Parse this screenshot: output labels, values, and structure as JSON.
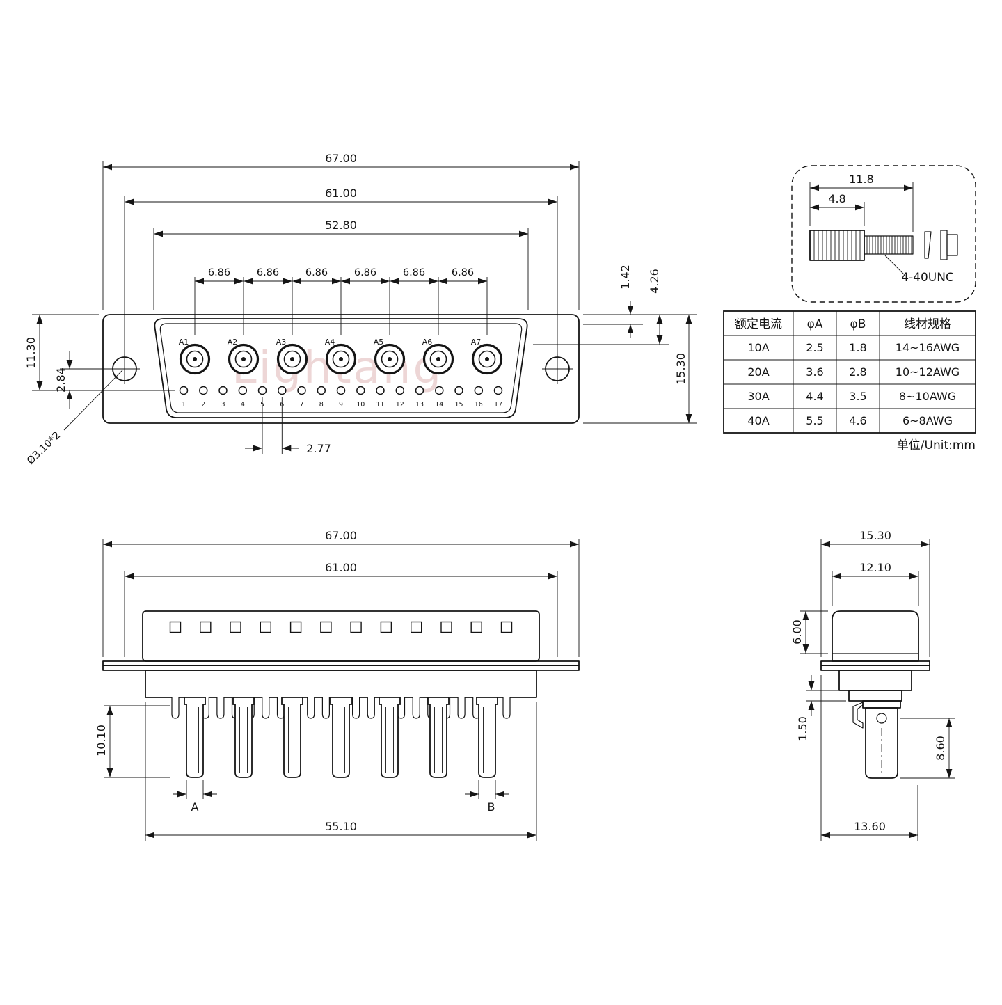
{
  "watermark": "Lightang",
  "front": {
    "dim_overall_width": "67.00",
    "dim_hole_spacing": "61.00",
    "dim_shell_width": "52.80",
    "dim_pitch": "6.86",
    "dim_shell_offset1": "1.42",
    "dim_shell_offset2": "4.26",
    "dim_left_height": "11.30",
    "dim_row_spacing": "2.84",
    "dim_flange_height": "15.30",
    "dim_pin_pitch": "2.77",
    "dim_mount_hole": "Ø3.10*2",
    "contacts": [
      "A1",
      "A2",
      "A3",
      "A4",
      "A5",
      "A6",
      "A7"
    ],
    "pins": [
      "1",
      "2",
      "3",
      "4",
      "5",
      "6",
      "7",
      "8",
      "9",
      "10",
      "11",
      "12",
      "13",
      "14",
      "15",
      "16",
      "17"
    ]
  },
  "screw": {
    "dim_length": "11.8",
    "dim_head": "4.8",
    "thread_label": "4-40UNC"
  },
  "spec_table": {
    "headers": [
      "额定电流",
      "φA",
      "φB",
      "线材规格"
    ],
    "rows": [
      [
        "10A",
        "2.5",
        "1.8",
        "14~16AWG"
      ],
      [
        "20A",
        "3.6",
        "2.8",
        "10~12AWG"
      ],
      [
        "30A",
        "4.4",
        "3.5",
        "8~10AWG"
      ],
      [
        "40A",
        "5.5",
        "4.6",
        "6~8AWG"
      ]
    ],
    "unit_note": "单位/Unit:mm"
  },
  "rear": {
    "dim_overall_width": "67.00",
    "dim_hole_spacing": "61.00",
    "dim_contact_length": "10.10",
    "dim_body_width": "55.10",
    "label_a": "A",
    "label_b": "B"
  },
  "side": {
    "dim_flange_width": "15.30",
    "dim_shell_width": "12.10",
    "dim_shell_depth": "6.00",
    "dim_gap": "1.50",
    "dim_contact_length": "8.60",
    "dim_body_depth": "13.60"
  }
}
